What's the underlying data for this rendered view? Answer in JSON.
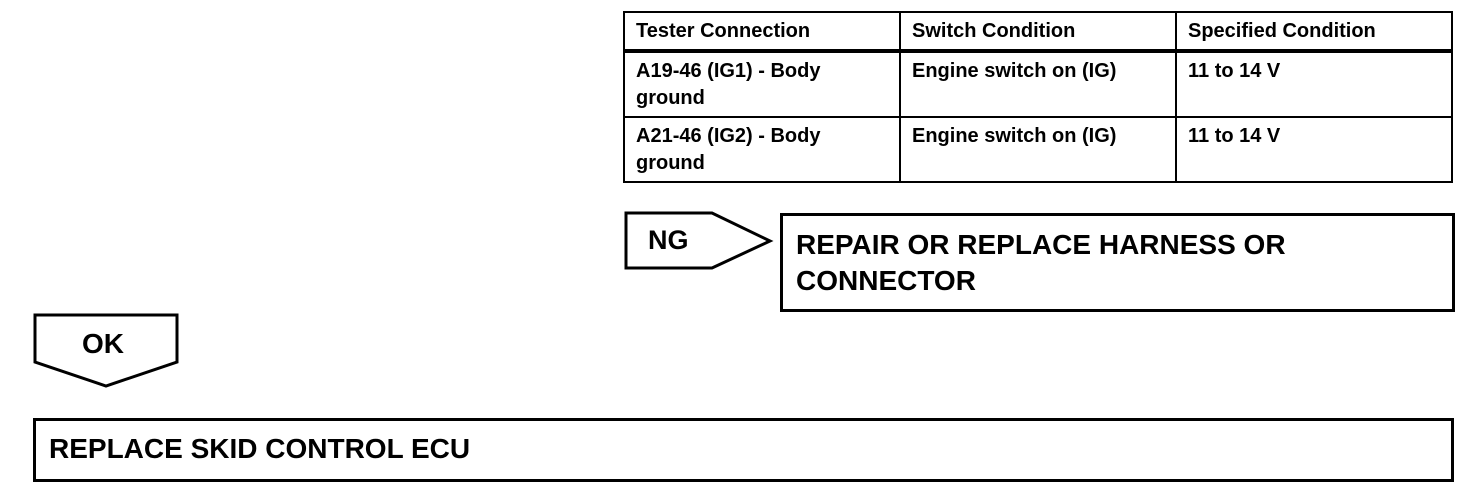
{
  "spec_table": {
    "headers": [
      "Tester Connection",
      "Switch Condition",
      "Specified Condition"
    ],
    "rows": [
      [
        "A19-46 (IG1) - Body ground",
        "Engine switch on (IG)",
        "11 to 14 V"
      ],
      [
        "A21-46 (IG2) - Body ground",
        "Engine switch on (IG)",
        "11 to 14 V"
      ]
    ]
  },
  "ng": {
    "label": "NG",
    "result": "REPAIR OR REPLACE HARNESS OR CONNECTOR"
  },
  "ok": {
    "label": "OK",
    "result": "REPLACE SKID CONTROL ECU"
  },
  "colors": {
    "line": "#000000",
    "background": "#ffffff"
  }
}
